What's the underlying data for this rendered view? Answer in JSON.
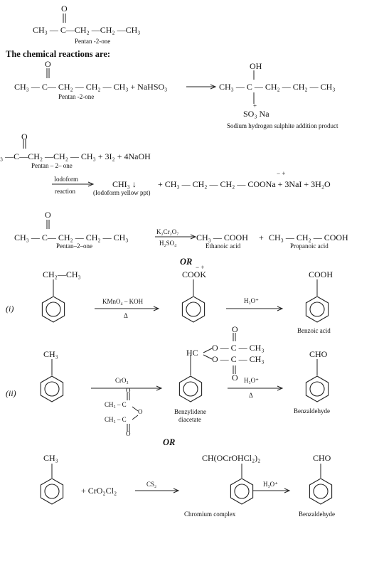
{
  "block1": {
    "o": "O",
    "formula": "CH₃ — C—CH₂ —CH₂ —CH₃",
    "name": "Pentan -2-one"
  },
  "heading": "The chemical reactions are:",
  "r1": {
    "o": "O",
    "left": "CH₃ — C— CH₂ — CH₂ — CH₃ + NaHSO₃",
    "name": "Pentan -2-one",
    "oh": "OH",
    "right": "CH₃ — C — CH₂ — CH₂ — CH₃",
    "so3": "SO₃ Na",
    "plus": "+",
    "minus": "−",
    "product": "Sodium hydrogen sulphite addition product"
  },
  "r2": {
    "o": "O",
    "left": "₃ —C—CH₂ —CH₂ — CH₃ + 3I₂ + 4NaOH",
    "name": "Pentan – 2– one",
    "cond_top": "Iodoform",
    "cond_bot": "reaction",
    "chi3": "CHI₃ ↓",
    "chi3_note": "(Iodoform yellow ppt)",
    "right": "+ CH₃ — CH₂ — CH₂ — COONa + 3NaI + 3H₂O",
    "charges": "−  +"
  },
  "r3": {
    "o": "O",
    "left": "CH₃ — C— CH₂ — CH₂ — CH₃",
    "name": "Pentan–2–one",
    "reagent_top": "K₂Cr₂O₇",
    "reagent_bot": "H₂SO₄",
    "p1": "CH₃ — COOH",
    "plus": "+",
    "p2": "CH₃ — CH₂ — COOH",
    "p1_name": "Ethanoic acid",
    "p2_name": "Propanoic acid"
  },
  "or1": "OR",
  "or2": "OR",
  "i": {
    "label": "(i)",
    "substituent": "CH₂—CH₃",
    "reagent_top": "KMnO₄ – KOH",
    "reagent_bot": "Δ",
    "inter": "COOK",
    "inter_charges": "−  +",
    "acid": "H₃O⁺",
    "product_sub": "COOH",
    "product_name": "Benzoic acid"
  },
  "ii": {
    "label": "(ii)",
    "substituent": "CH₃",
    "reagent": "CrO₃",
    "anh_o1": "O",
    "anh_line1": "CH₃ – C",
    "anh_o": "O",
    "anh_line2": "CH₃ – C",
    "anh_o2": "O",
    "inter_o1": "O",
    "inter_hc": "HC",
    "inter_row1": "O — C — CH₃",
    "inter_row2": "O — C — CH₃",
    "inter_o2": "O",
    "acid": "H₃O⁺",
    "acid_bot": "Δ",
    "inter_name1": "Benzylidene",
    "inter_name2": "diacetate",
    "product_sub": "CHO",
    "product_name": "Benzaldehyde"
  },
  "iii": {
    "substituent": "CH₃",
    "plus": "+ CrO₂Cl₂",
    "solvent": "CS₂",
    "inter": "CH(OCrOHCl₂)₂",
    "acid": "H₃O⁺",
    "product_sub": "CHO",
    "inter_name": "Chromium complex",
    "product_name": "Benzaldehyde"
  }
}
